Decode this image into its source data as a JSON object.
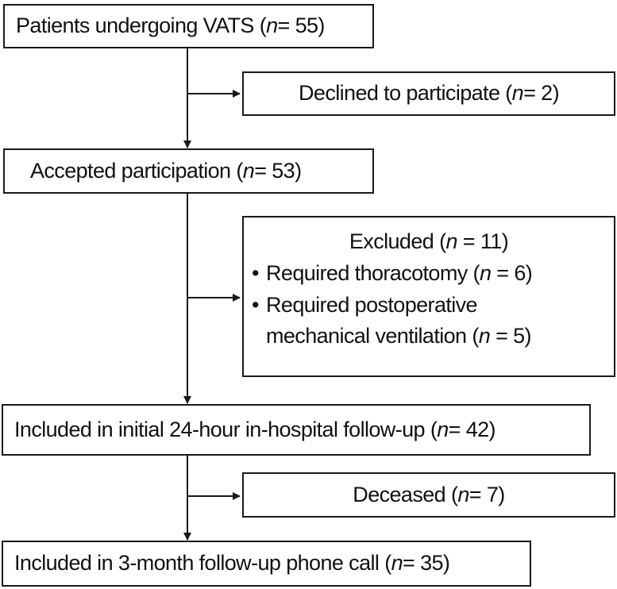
{
  "nodes": {
    "start": {
      "text": "Patients undergoing VATS (",
      "n": "n",
      "eq": " = 55)"
    },
    "declined": {
      "text": "Declined to participate (",
      "n": "n",
      "eq": " = 2)"
    },
    "accepted": {
      "text": "Accepted participation (",
      "n": "n",
      "eq": " = 53)"
    },
    "excluded": {
      "title": {
        "text": "Excluded (",
        "n": "n",
        "eq": " = 11)"
      },
      "items": [
        {
          "bullet": "•",
          "text": "Required thoracotomy (",
          "n": "n",
          "eq": " = 6)"
        },
        {
          "bullet": "•",
          "line1": "Required postoperative",
          "line2": "mechanical ventilation (",
          "n": "n",
          "eq": " = 5)"
        }
      ]
    },
    "included24": {
      "text": "Included in initial 24-hour in-hospital follow-up (",
      "n": "n",
      "eq": " = 42)"
    },
    "deceased": {
      "text": "Deceased (",
      "n": "n",
      "eq": " = 7)"
    },
    "included3m": {
      "text": "Included in 3-month follow-up phone call (",
      "n": "n",
      "eq": " = 35)"
    }
  },
  "colors": {
    "line": "#1a1a1a",
    "background": "#ffffff"
  }
}
